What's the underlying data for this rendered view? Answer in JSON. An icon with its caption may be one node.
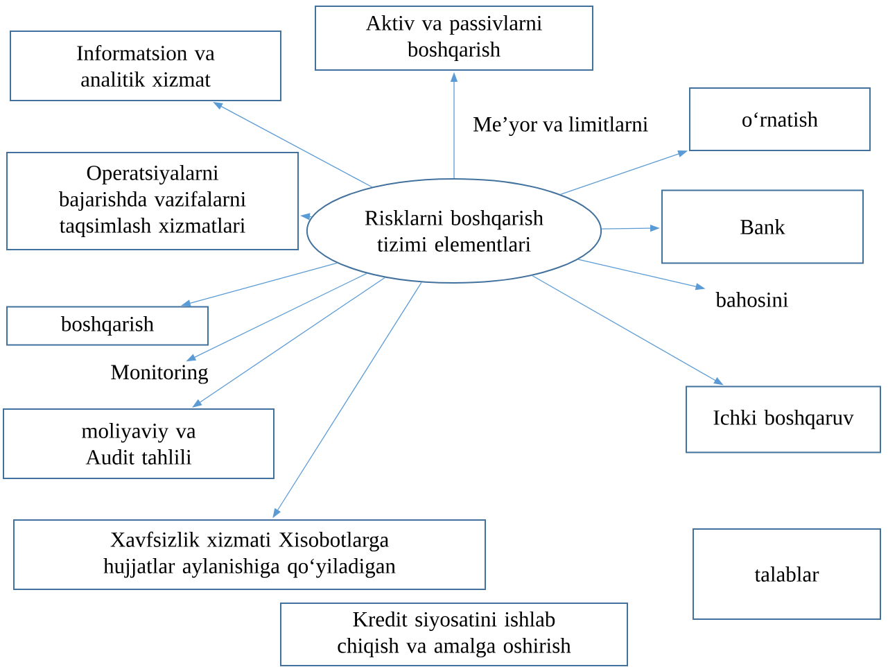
{
  "diagram": {
    "nodes": [
      {
        "text": [
          "Risklarni boshqarish tizimi elementlari"
        ]
      },
      {
        "text": [
          "Aktiv va passivlarni boshqarish"
        ]
      },
      {
        "text": [
          "Informatsion va analitik xizmat"
        ]
      },
      {
        "text": [
          "Operatsiyalarni bajarishda vazifalarni taqsimlash xizmatlari"
        ]
      },
      {
        "text": [
          "boshqarish"
        ]
      },
      {
        "text": [
          "Monitoring"
        ]
      },
      {
        "text": [
          "moliyaviy va Audit tahlili"
        ]
      },
      {
        "text": [
          "Xavfsizlik xizmati Xisobotlarga hujjatlar aylanishiga qo‘yiladigan"
        ]
      },
      {
        "text": [
          "talablar"
        ]
      },
      {
        "text": [
          "Kredit siyosatini ishlab chiqish va amalga oshirish"
        ]
      },
      {
        "text": [
          "o‘rnatish"
        ]
      },
      {
        "text": [
          "Bank"
        ]
      },
      {
        "text": [
          "bahosini"
        ]
      },
      {
        "text": [
          "Ichki boshqaruv"
        ]
      }
    ],
    "edges": [
      {
        "from": 0,
        "to": 1,
        "arrow": "to"
      },
      {
        "from": 0,
        "to": 2,
        "arrow": "to"
      },
      {
        "from": 0,
        "to": 3,
        "arrow": "to"
      },
      {
        "from": 0,
        "to": 4,
        "arrow": "to"
      },
      {
        "from": 0,
        "to": 5,
        "arrow": "to"
      },
      {
        "from": 0,
        "to": 6,
        "arrow": "to"
      },
      {
        "from": 0,
        "to": 7,
        "arrow": "to"
      },
      {
        "from": 0,
        "to": 10,
        "arrow": "to"
      },
      {
        "from": 0,
        "to": 11,
        "arrow": "to"
      },
      {
        "from": 0,
        "to": 12,
        "arrow": "to"
      },
      {
        "from": 0,
        "to": 13,
        "arrow": "to"
      }
    ],
    "labels": [
      "Me’yor va limitlarni"
    ]
  }
}
